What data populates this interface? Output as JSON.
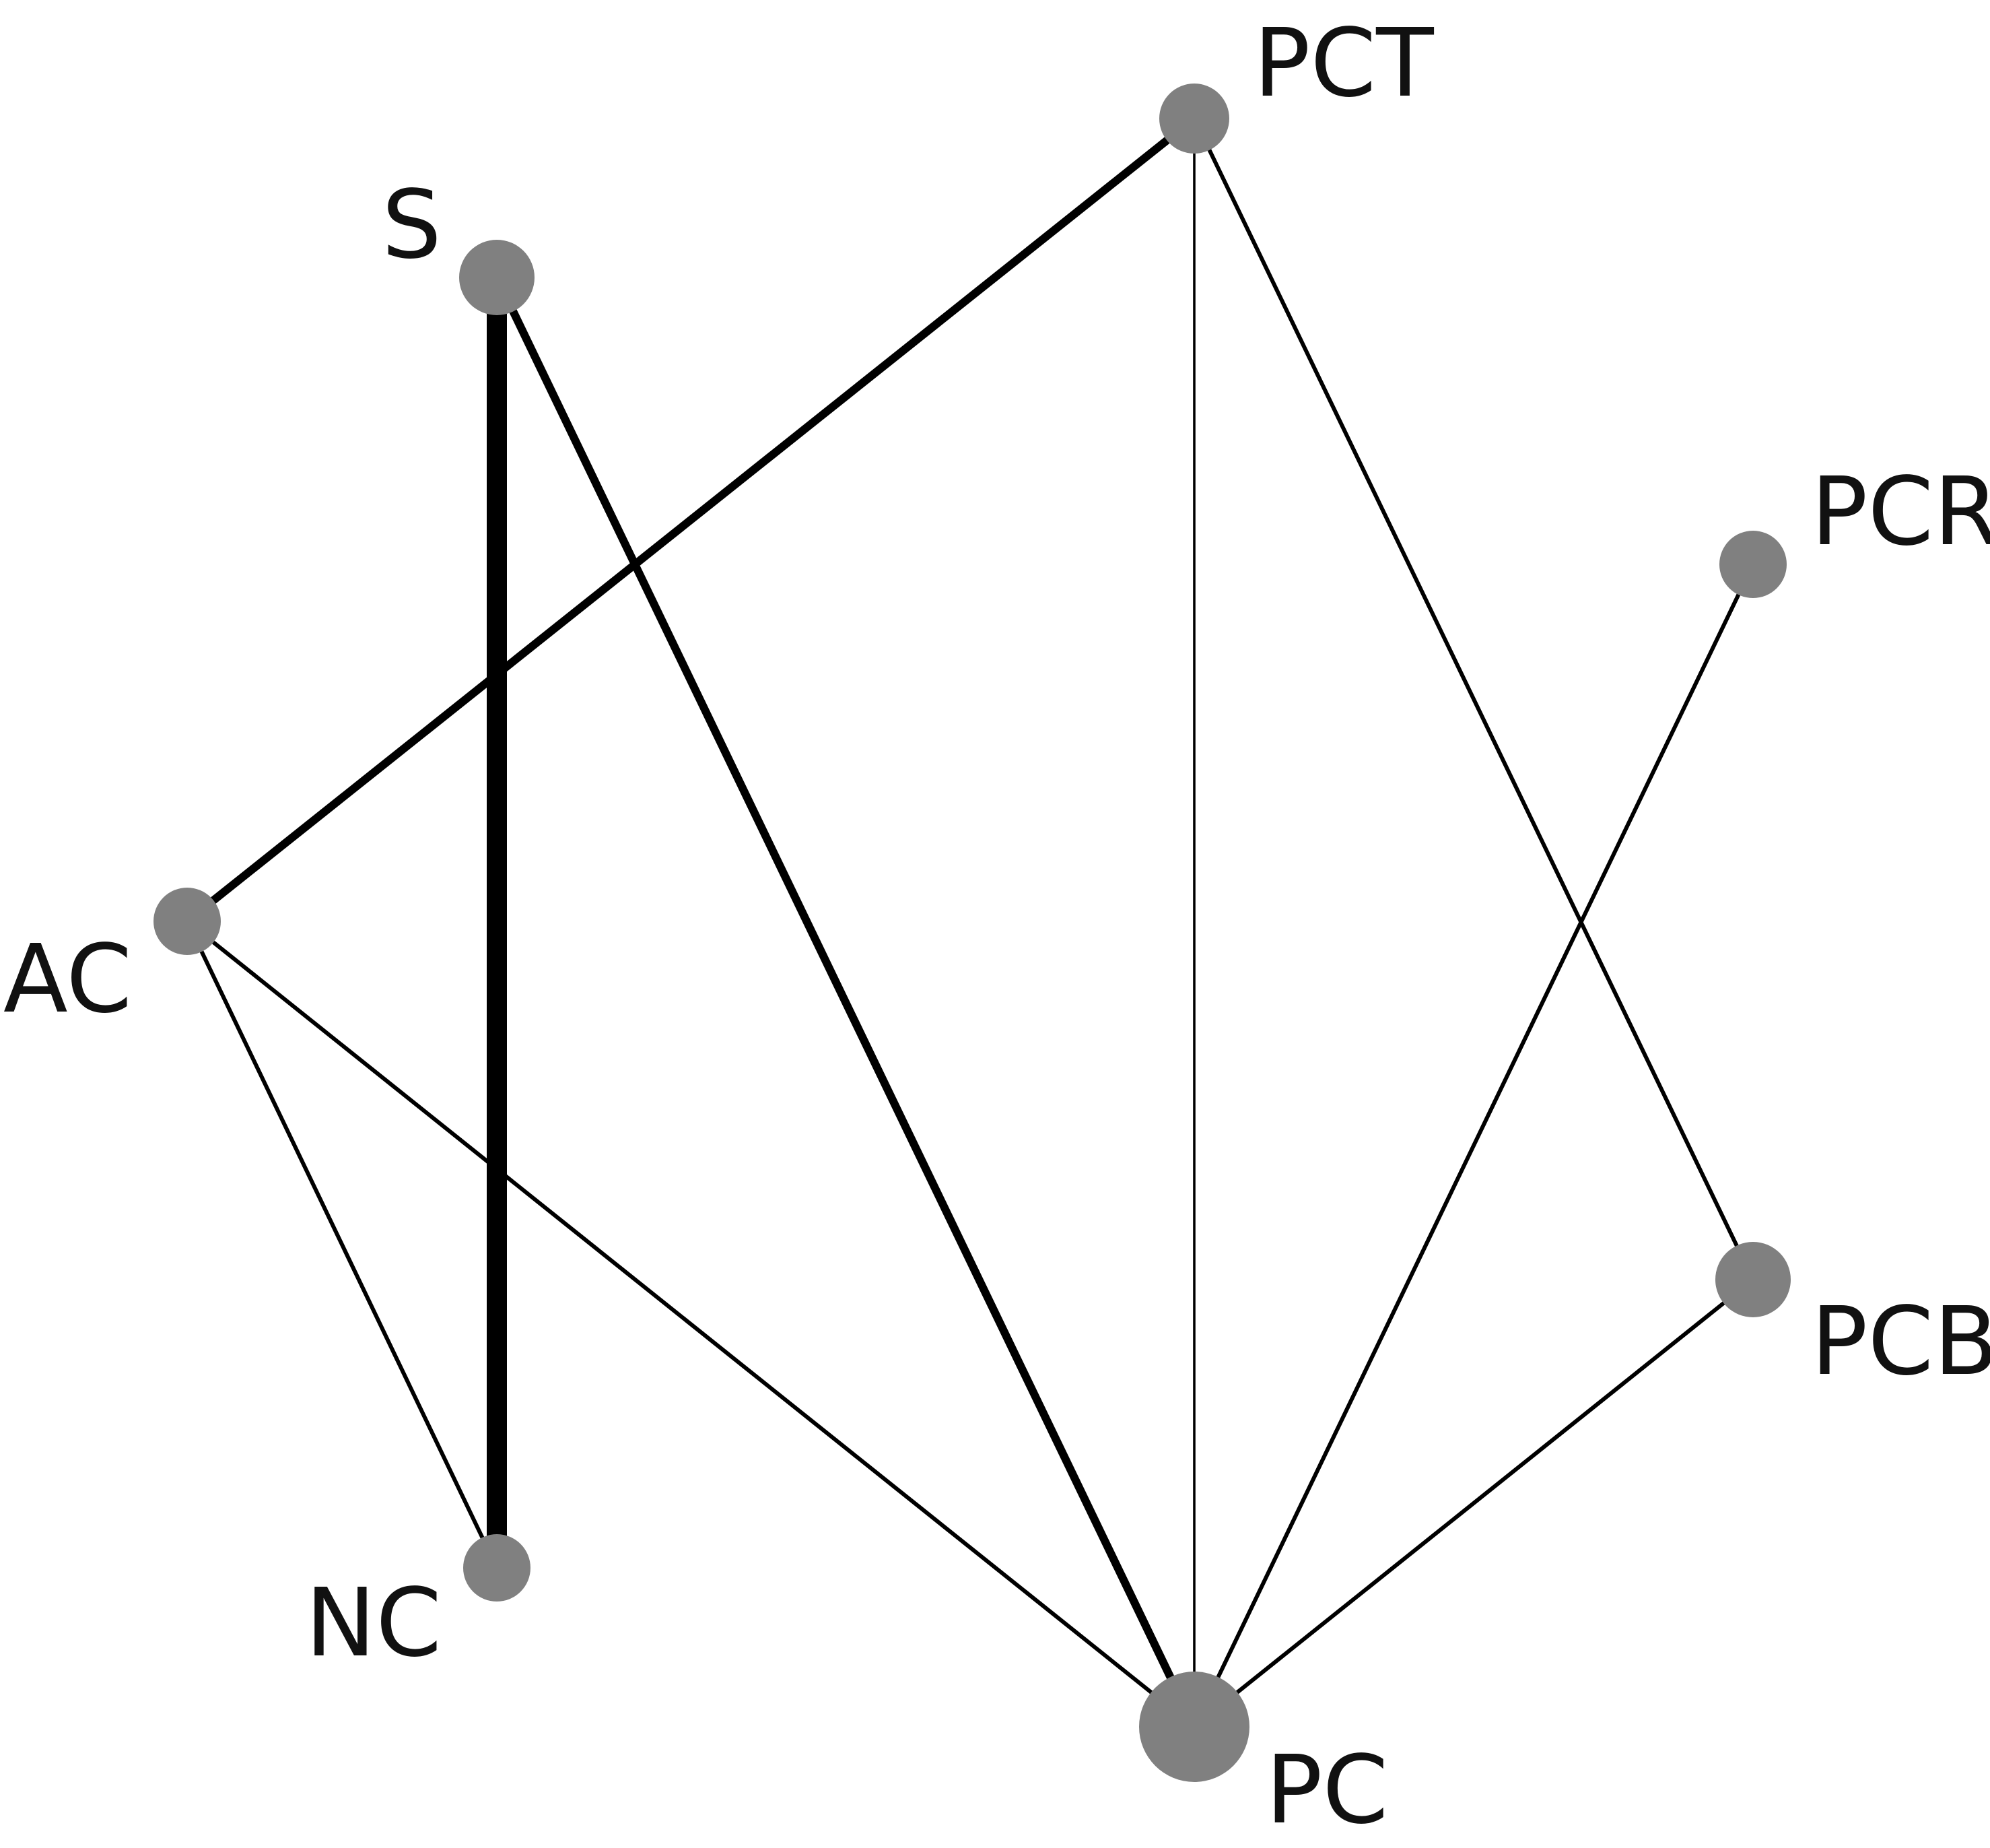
{
  "diagram": {
    "type": "network",
    "node_color": "#808080",
    "edge_color": "#000000",
    "nodes": [
      {
        "id": "PCT",
        "label": "PCT"
      },
      {
        "id": "S",
        "label": "S"
      },
      {
        "id": "PCR",
        "label": "PCR"
      },
      {
        "id": "AC",
        "label": "AC"
      },
      {
        "id": "PCB",
        "label": "PCB"
      },
      {
        "id": "NC",
        "label": "NC"
      },
      {
        "id": "PC",
        "label": "PC"
      }
    ],
    "edges": [
      {
        "from": "S",
        "to": "NC",
        "weight": 5
      },
      {
        "from": "S",
        "to": "PC",
        "weight": 2
      },
      {
        "from": "AC",
        "to": "PCT",
        "weight": 2
      },
      {
        "from": "PCT",
        "to": "PC",
        "weight": 0.6
      },
      {
        "from": "PCT",
        "to": "PCB",
        "weight": 1
      },
      {
        "from": "PCR",
        "to": "PC",
        "weight": 1
      },
      {
        "from": "AC",
        "to": "NC",
        "weight": 1
      },
      {
        "from": "AC",
        "to": "PC",
        "weight": 1
      },
      {
        "from": "PCB",
        "to": "PC",
        "weight": 1
      }
    ]
  }
}
